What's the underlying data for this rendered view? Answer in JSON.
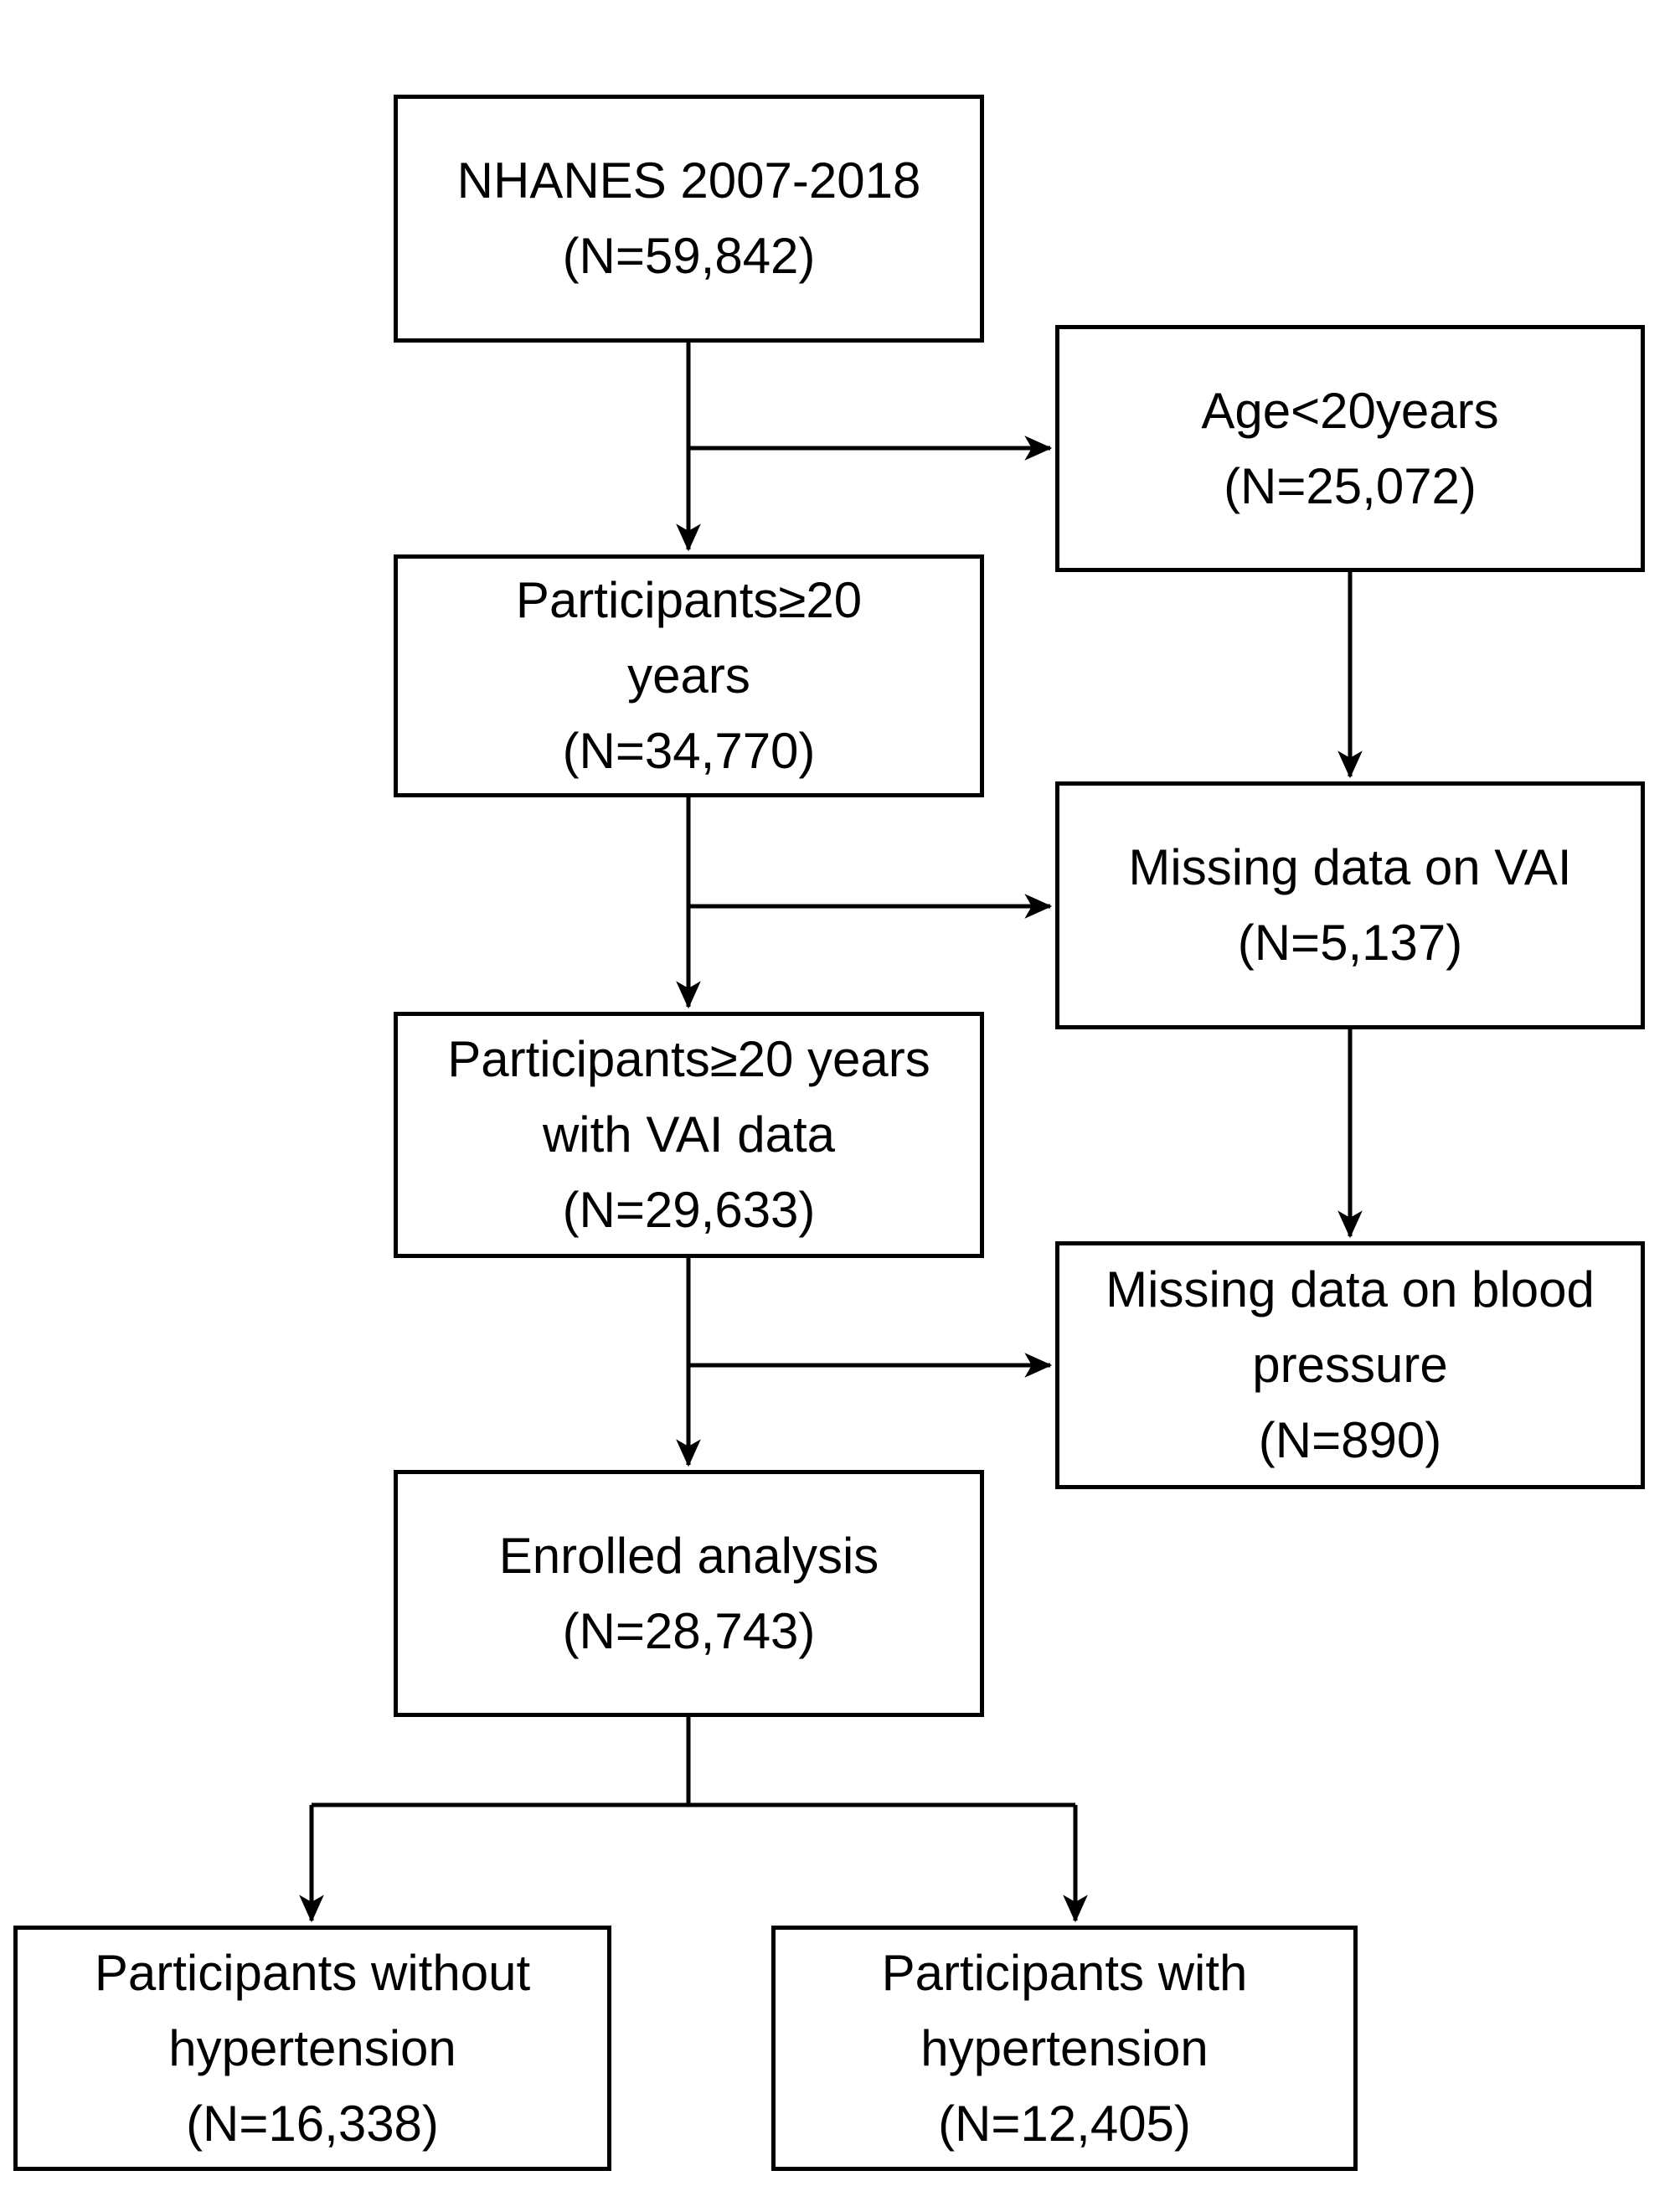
{
  "figure": {
    "type": "flowchart",
    "colors": {
      "ink": "#000000",
      "background": "#ffffff"
    },
    "nodes": {
      "total": "NHANES 2007-2018\n(N=59,842)",
      "age_excluded": "Age<20years\n(N=25,072)",
      "adults": "Participants≥20\nyears\n(N=34,770)",
      "vai_missing": "Missing data on VAI\n(N=5,137)",
      "vai_data": "Participants≥20 years\nwith VAI data\n(N=29,633)",
      "bp_missing": "Missing data on blood\npressure\n(N=890)",
      "enrolled": "Enrolled analysis\n(N=28,743)",
      "without_hypertension": "Participants without\nhypertension\n(N=16,338)",
      "with_hypertension": "Participants with\nhypertension\n(N=12,405)"
    },
    "edges": [
      {
        "from": "total",
        "to": "adults"
      },
      {
        "from": "total",
        "to": "age_excluded"
      },
      {
        "from": "age_excluded",
        "to": "vai_missing"
      },
      {
        "from": "adults",
        "to": "vai_data"
      },
      {
        "from": "adults",
        "to": "vai_missing"
      },
      {
        "from": "vai_missing",
        "to": "bp_missing"
      },
      {
        "from": "vai_data",
        "to": "enrolled"
      },
      {
        "from": "vai_data",
        "to": "bp_missing"
      },
      {
        "from": "enrolled",
        "to": "without_hypertension"
      },
      {
        "from": "enrolled",
        "to": "with_hypertension"
      }
    ]
  }
}
